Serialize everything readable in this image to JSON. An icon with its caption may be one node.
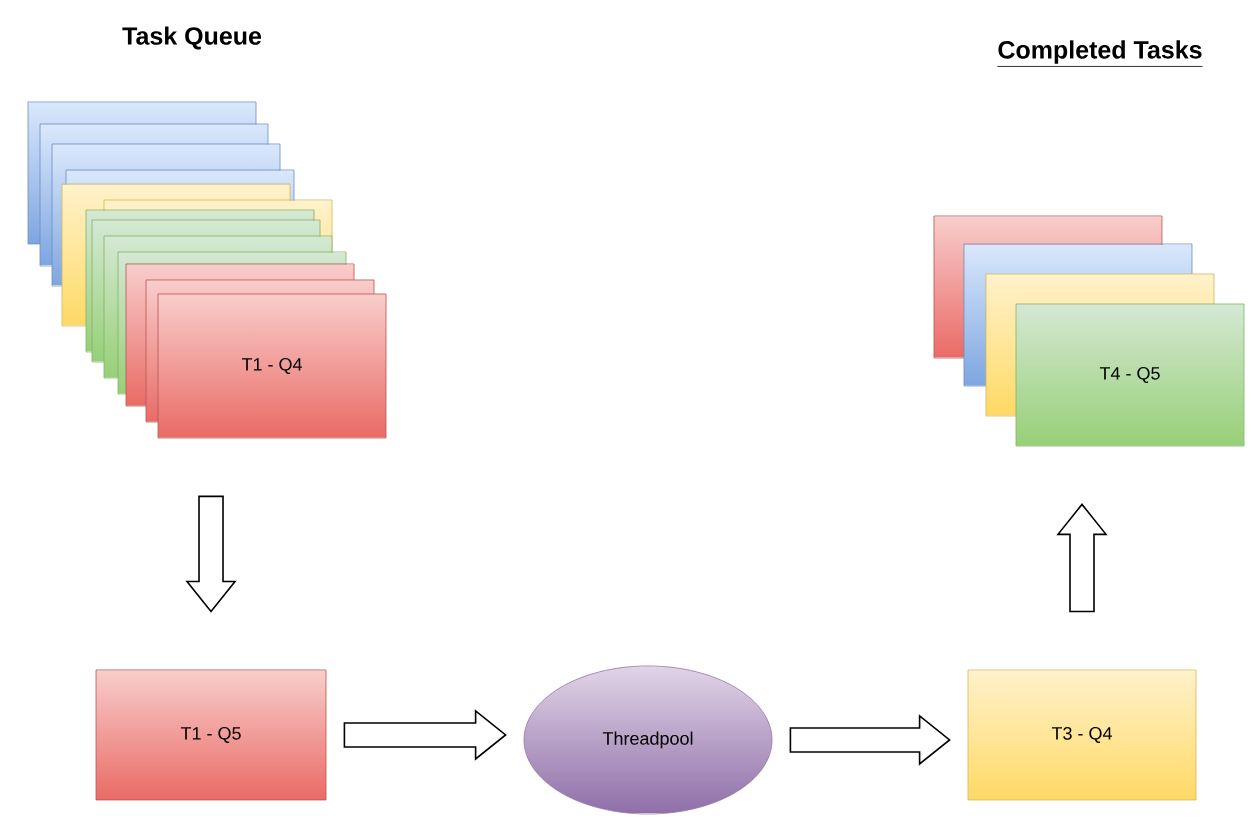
{
  "diagram": {
    "nodes": [
      {
        "text": [
          "T1 - Q4"
        ]
      },
      {
        "text": [
          "T1 - Q5"
        ]
      },
      {
        "text": [
          "Threadpool"
        ]
      },
      {
        "text": [
          "T3 - Q4"
        ]
      },
      {
        "text": [
          "T4 - Q5"
        ]
      }
    ],
    "edges": [
      {
        "from": 0,
        "to": 1,
        "arrow": "to"
      },
      {
        "from": 1,
        "to": 2,
        "arrow": "to"
      },
      {
        "from": 2,
        "to": 3,
        "arrow": "to"
      },
      {
        "from": 3,
        "to": 4,
        "arrow": "to"
      }
    ],
    "labels": [
      "Task Queue",
      "Completed Tasks"
    ]
  }
}
